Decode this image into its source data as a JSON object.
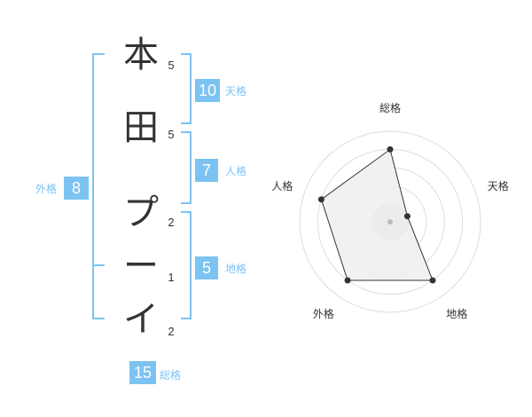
{
  "name": {
    "characters": [
      {
        "char": "本",
        "strokes": "5"
      },
      {
        "char": "田",
        "strokes": "5"
      },
      {
        "char": "プ",
        "strokes": "2"
      },
      {
        "char": "ー",
        "strokes": "1"
      },
      {
        "char": "イ",
        "strokes": "2"
      }
    ]
  },
  "kaku": {
    "tenkaku": {
      "value": "10",
      "label": "天格"
    },
    "jinkaku": {
      "value": "7",
      "label": "人格"
    },
    "chikaku": {
      "value": "5",
      "label": "地格"
    },
    "gaikaku": {
      "value": "8",
      "label": "外格"
    },
    "soukaku": {
      "value": "15",
      "label": "総格"
    }
  },
  "colors": {
    "accent": "#7cc3f2",
    "text": "#333333",
    "polygon_fill": "#eeeeee"
  },
  "chart_data": {
    "type": "radar",
    "axes": [
      "総格",
      "天格",
      "地格",
      "外格",
      "人格"
    ],
    "values": [
      4,
      1,
      4,
      4,
      4
    ],
    "max": 5,
    "rings": 5
  }
}
